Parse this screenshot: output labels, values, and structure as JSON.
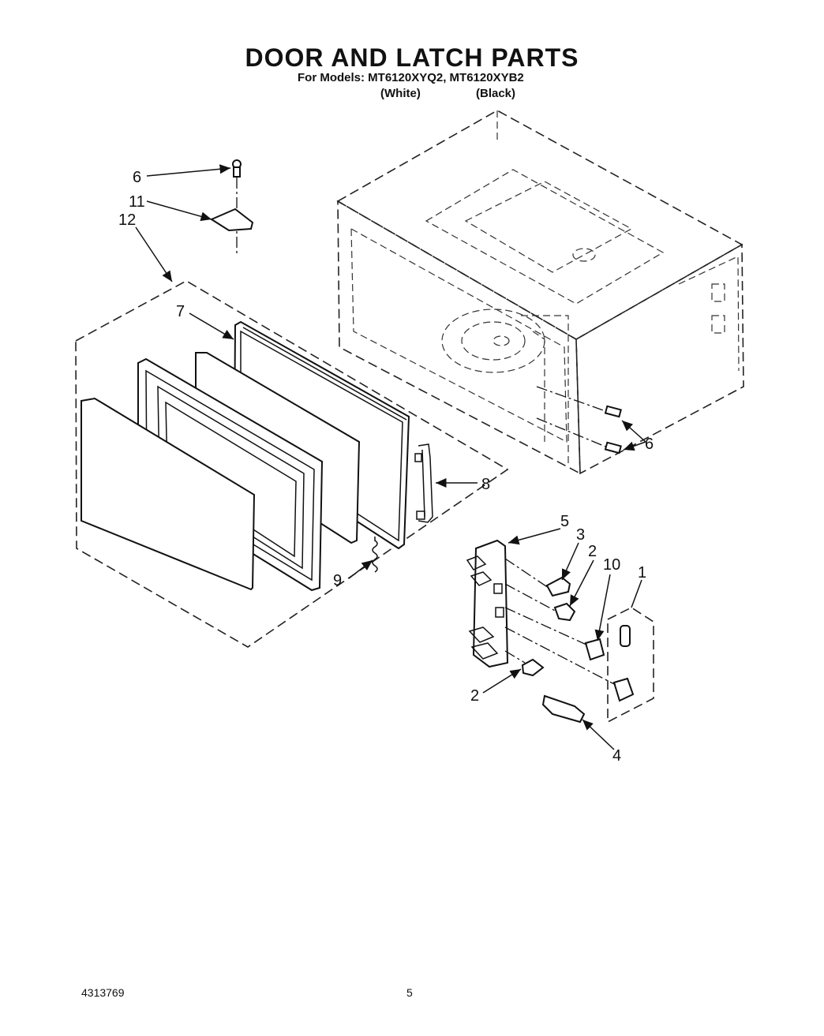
{
  "title": "DOOR AND LATCH PARTS",
  "subtitle": "For Models: MT6120XYQ2, MT6120XYB2",
  "variants": {
    "white": "(White)",
    "black": "(Black)"
  },
  "callouts": {
    "c1": "1",
    "c2a": "2",
    "c2b": "2",
    "c3": "3",
    "c4": "4",
    "c5": "5",
    "c6a": "6",
    "c6b": "6",
    "c7": "7",
    "c8": "8",
    "c9": "9",
    "c10": "10",
    "c11": "11",
    "c12": "12"
  },
  "footer": {
    "doc_number": "4313769",
    "page_number": "5"
  }
}
